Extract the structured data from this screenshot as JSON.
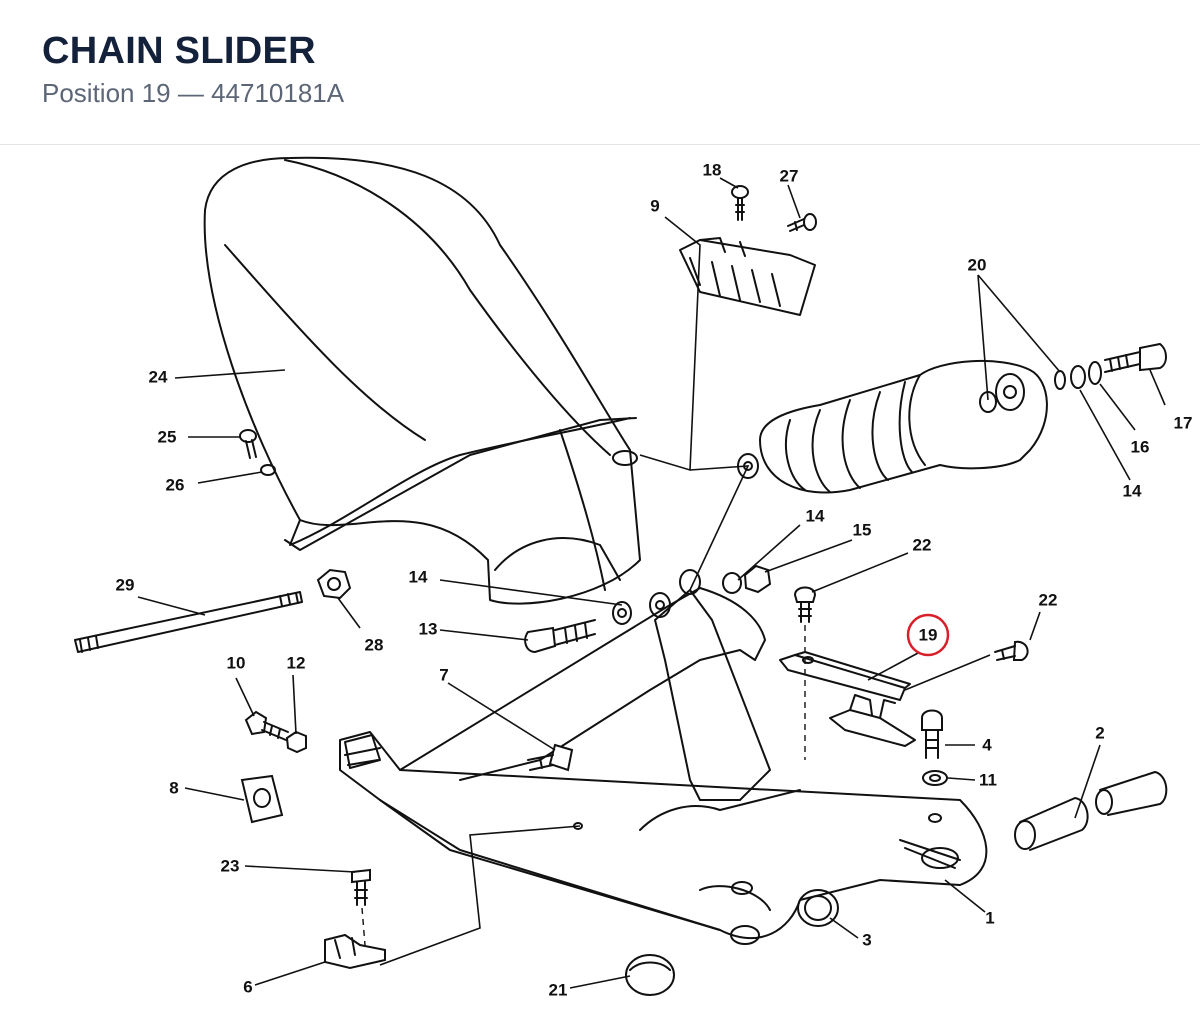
{
  "header": {
    "title": "CHAIN SLIDER",
    "subtitle": "Position 19 — 44710181A"
  },
  "diagram": {
    "highlight_color": "#d81f2a",
    "labels": {
      "l1": "1",
      "l2": "2",
      "l3": "3",
      "l4": "4",
      "l6": "6",
      "l7": "7",
      "l8": "8",
      "l9": "9",
      "l10": "10",
      "l11": "11",
      "l12": "12",
      "l13": "13",
      "l14a": "14",
      "l14b": "14",
      "l14c": "14",
      "l15": "15",
      "l16": "16",
      "l17": "17",
      "l18": "18",
      "l19": "19",
      "l20": "20",
      "l21": "21",
      "l22a": "22",
      "l22b": "22",
      "l23": "23",
      "l24": "24",
      "l25": "25",
      "l26": "26",
      "l27": "27",
      "l28": "28",
      "l29": "29"
    }
  }
}
